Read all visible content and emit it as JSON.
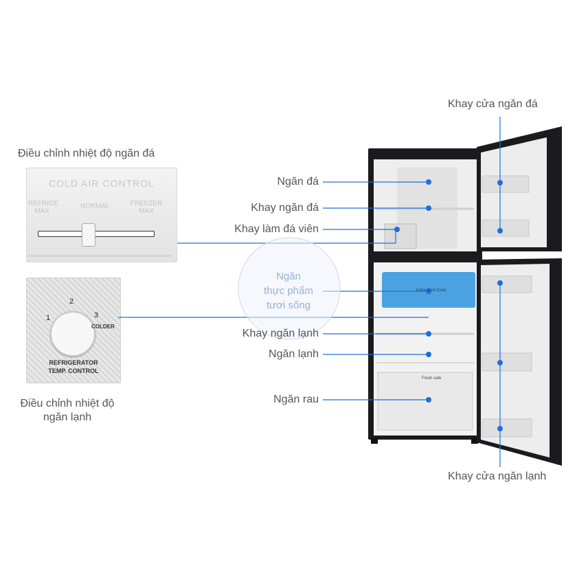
{
  "labels": {
    "freezer_control_title": "Điều chỉnh nhiệt độ ngăn đá",
    "fridge_control_title_1": "Điều chỉnh nhiệt độ",
    "fridge_control_title_2": "ngăn lạnh",
    "freezer_door_tray": "Khay cửa ngăn đá",
    "freezer_compartment": "Ngăn đá",
    "freezer_tray": "Khay ngăn đá",
    "ice_maker_tray": "Khay làm đá viên",
    "fresh_food_1": "Ngăn",
    "fresh_food_2": "thực phẩm",
    "fresh_food_3": "tươi sống",
    "fridge_shelf": "Khay ngăn lạnh",
    "fridge_compartment": "Ngăn lạnh",
    "vegetable_drawer": "Ngăn rau",
    "fridge_door_tray": "Khay cửa ngăn lạnh"
  },
  "freezer_dial": {
    "title": "COLD AIR CONTROL",
    "left": "REFRIGE MAX",
    "center": "NORMAL",
    "right": "FREEZER MAX"
  },
  "fridge_dial": {
    "marks": [
      "1",
      "2",
      "3"
    ],
    "colder": "COLDER",
    "caption_1": "REFRIGERATOR",
    "caption_2": "TEMP. CONTROL"
  },
  "fridge_labels": {
    "zone": "Extra Cool Zone",
    "fresh_safe": "Fresh safe"
  },
  "colors": {
    "leader_line": "#1e6fd9",
    "dot": "#1e6fd9",
    "label_text": "#555555",
    "fridge_body": "#1b1b1f",
    "fresh_box": "#4aa3e0"
  }
}
